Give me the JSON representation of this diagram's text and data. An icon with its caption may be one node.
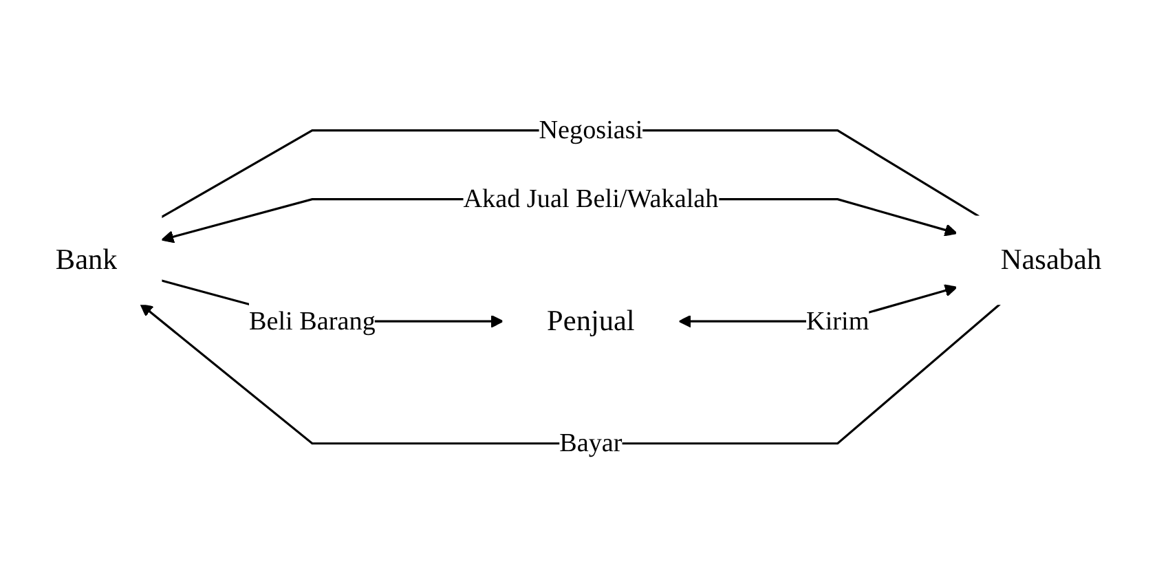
{
  "diagram": {
    "nodes": [
      {
        "text": [
          "Bank"
        ]
      },
      {
        "text": [
          "Nasabah"
        ]
      },
      {
        "text": [
          "Penjual"
        ]
      }
    ],
    "edges": [
      {
        "from": 0,
        "to": 1,
        "arrow": "none",
        "label": "Negosiasi"
      },
      {
        "from": 0,
        "to": 1,
        "arrow": "both",
        "label": "Akad Jual Beli/Wakalah"
      },
      {
        "from": 1,
        "to": 0,
        "arrow": "to",
        "label": "Bayar"
      },
      {
        "from": 0,
        "to": 2,
        "arrow": "to",
        "label": "Beli Barang"
      },
      {
        "from": 2,
        "to": 1,
        "arrow": "both",
        "label": "Kirim"
      }
    ]
  }
}
